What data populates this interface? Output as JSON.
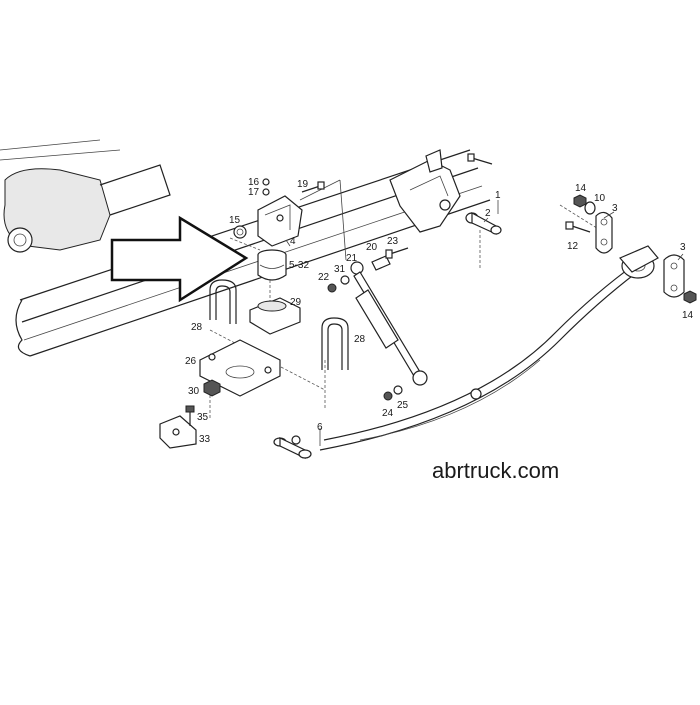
{
  "watermark": "abrtruck.com",
  "callouts": {
    "c1": "1",
    "c2": "2",
    "c3a": "3",
    "c3b": "3",
    "c4": "4",
    "c5_32": "5-32",
    "c6": "6",
    "c10": "10",
    "c12": "12",
    "c14a": "14",
    "c14b": "14",
    "c15": "15",
    "c16": "16",
    "c17": "17",
    "c19": "19",
    "c20": "20",
    "c21": "21",
    "c22": "22",
    "c23": "23",
    "c24": "24",
    "c25": "25",
    "c26": "26",
    "c28a": "28",
    "c28b": "28",
    "c29": "29",
    "c30": "30",
    "c31": "31",
    "c33": "33",
    "c35": "35"
  },
  "icons": {
    "arrow": "right-arrow-icon"
  }
}
